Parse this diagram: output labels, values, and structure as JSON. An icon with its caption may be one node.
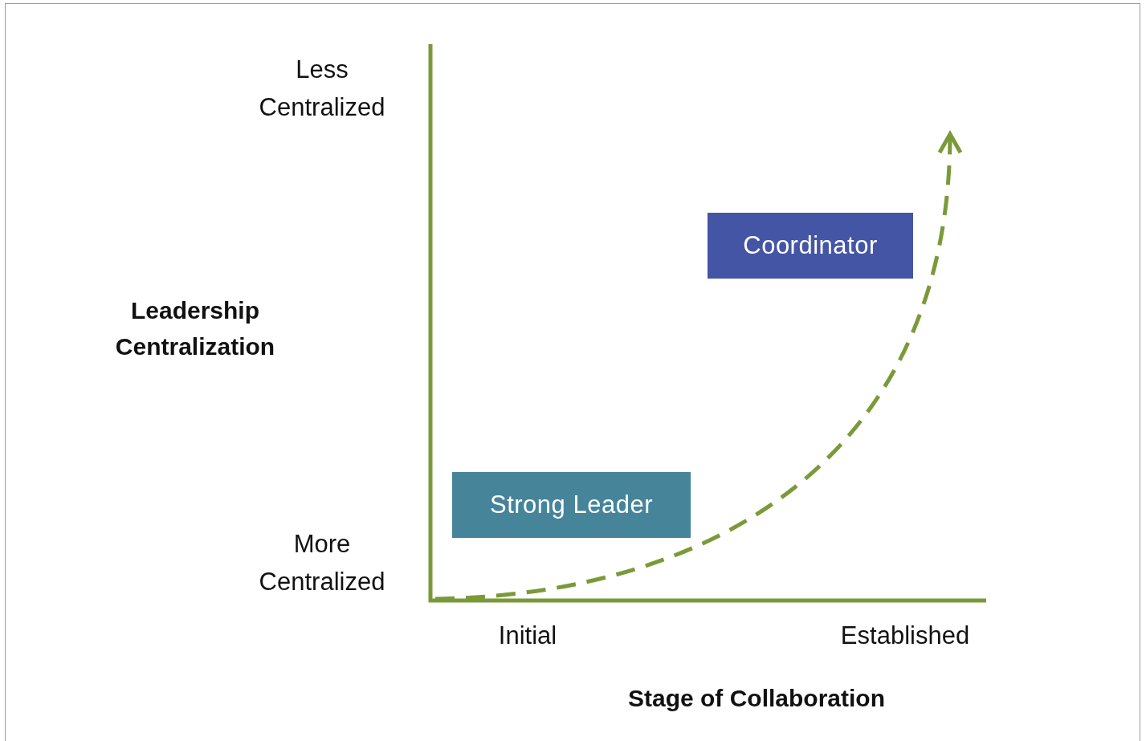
{
  "diagram": {
    "nodes": [
      {
        "text": [
          "Coordinator"
        ]
      },
      {
        "text": [
          "Strong Leader"
        ]
      }
    ],
    "labels": [
      "Less Centralized",
      "Leadership Centralization",
      "More Centralized",
      "Initial",
      "Established",
      "Stage of Collaboration"
    ]
  }
}
